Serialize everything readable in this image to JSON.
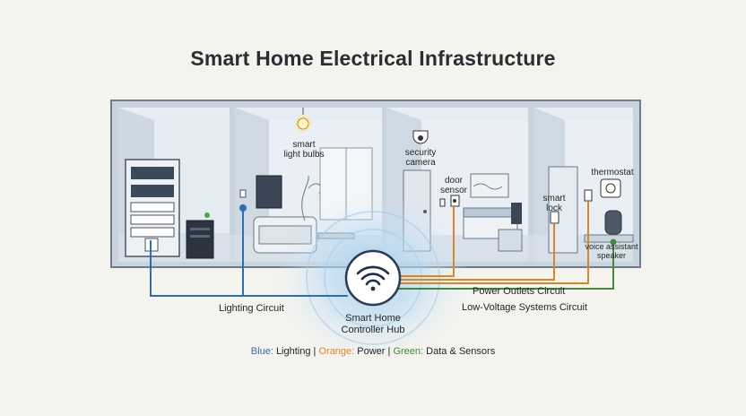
{
  "title": "Smart Home Electrical Infrastructure",
  "devices": {
    "smart_light_bulbs": "smart\nlight bulbs",
    "security_camera": "security\ncamera",
    "door_sensor": "door\nsensor",
    "thermostat": "thermostat",
    "smart_lock": "smart\nlock",
    "voice_assistant": "voice assistant\nspeaker"
  },
  "hub": {
    "label": "Smart Home\nController Hub"
  },
  "circuits": {
    "lighting": "Lighting Circuit",
    "power": "Power Outlets Circuit",
    "low_voltage": "Low-Voltage Systems Circuit"
  },
  "legend": {
    "blue": "Blue:",
    "blue_text": "Lighting",
    "sep1": "|",
    "orange": "Orange:",
    "orange_text": "Power",
    "sep2": "|",
    "green": "Green:",
    "green_text": "Data & Sensors"
  },
  "colors": {
    "lighting": "#2f6fb0",
    "power": "#d8862a",
    "data": "#3f8a3f",
    "wall": "#7a8694",
    "room_fill": "#dde6ee"
  },
  "icons": [
    "wifi-icon",
    "light-bulb-icon",
    "camera-icon",
    "door-sensor-icon",
    "thermostat-icon",
    "smart-lock-icon",
    "speaker-icon",
    "breaker-panel-icon",
    "router-icon"
  ]
}
